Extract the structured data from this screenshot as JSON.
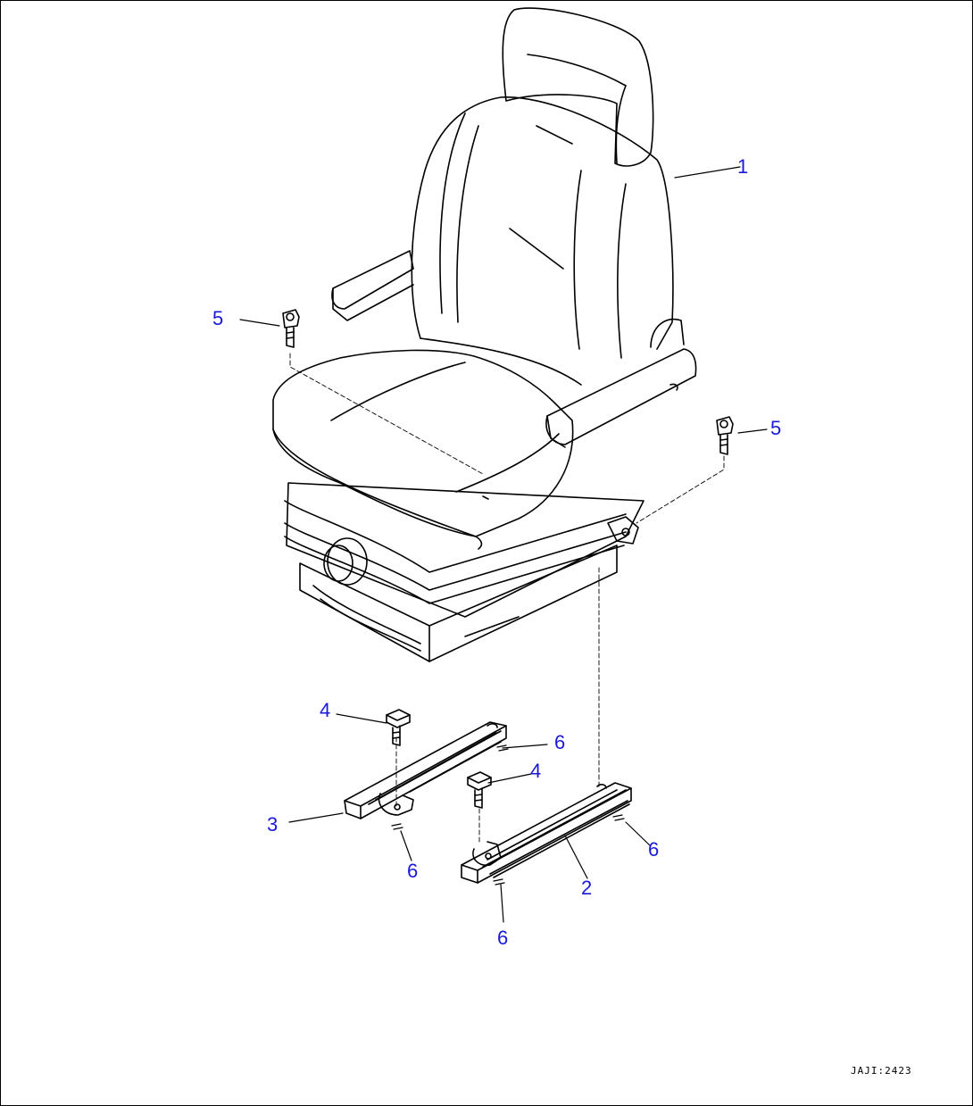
{
  "diagram": {
    "reference_code": "JAJI:2423",
    "callout_color": "#1a1ad6",
    "line_color": "#000000",
    "callouts": {
      "c1": "1",
      "c2": "2",
      "c3": "3",
      "c4a": "4",
      "c4b": "4",
      "c5a": "5",
      "c5b": "5",
      "c6a": "6",
      "c6b": "6",
      "c6c": "6",
      "c6d": "6"
    }
  }
}
